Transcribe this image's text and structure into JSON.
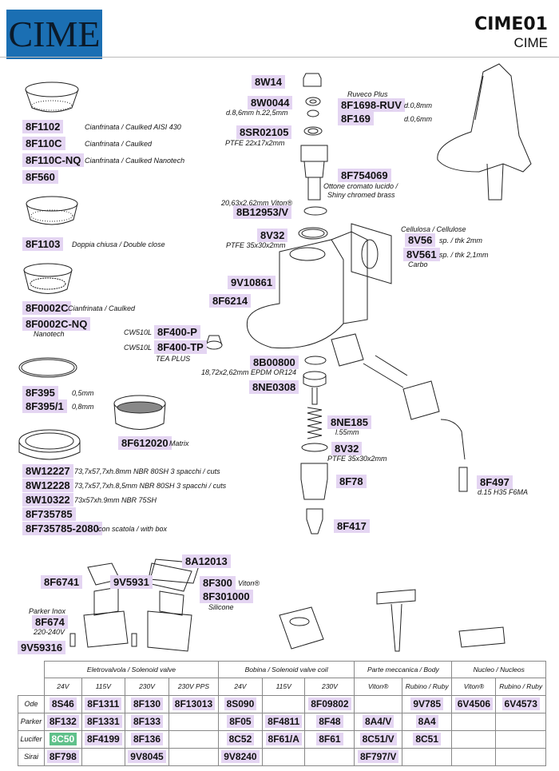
{
  "header": {
    "logo": "CIME",
    "title": "CIME01",
    "subtitle": "CIME"
  },
  "filters": [
    {
      "code": "8F1102",
      "desc": "Cianfrinata / Caulked AISI 430"
    },
    {
      "code": "8F110C",
      "desc": "Cianfrinata / Caulked"
    },
    {
      "code": "8F110C-NQ",
      "desc": "Cianfrinata / Caulked Nanotech"
    },
    {
      "code": "8F560",
      "desc": ""
    },
    {
      "code": "8F1103",
      "desc": "Doppia chiusa / Double close"
    },
    {
      "code": "8F0002C",
      "desc": "Cianfrinata / Caulked"
    },
    {
      "code": "8F0002C-NQ",
      "desc": "Nanotech"
    },
    {
      "code": "8F395",
      "desc": "0,5mm"
    },
    {
      "code": "8F395/1",
      "desc": "0,8mm"
    },
    {
      "code": "8F612020",
      "desc": "Matrix"
    }
  ],
  "gaskets": [
    {
      "code": "8W12227",
      "desc": "73,7x57,7xh.8mm NBR 80SH 3 spacchi / cuts"
    },
    {
      "code": "8W12228",
      "desc": "73,7x57,7xh.8,5mm NBR 80SH 3 spacchi / cuts"
    },
    {
      "code": "8W10322",
      "desc": "73x57xh.9mm NBR 75SH"
    },
    {
      "code": "8F735785",
      "desc": ""
    },
    {
      "code": "8F735785-2080",
      "desc": "con scatola / with box"
    }
  ],
  "center": {
    "w14": "8W14",
    "w0044": "8W0044",
    "w0044_desc": "d.8,6mm h.22,5mm",
    "ruveco": "Ruveco Plus",
    "f1698": "8F1698-RUV",
    "f1698_desc": "d.0,8mm",
    "f169": "8F169",
    "f169_desc": "d.0,6mm",
    "sr02105": "8SR02105",
    "sr02105_desc": "PTFE 22x17x2mm",
    "f754069": "8F754069",
    "f754069_desc1": "Ottone cromato lucido /",
    "f754069_desc2": "Shiny chromed brass",
    "b12953_desc": "20,63x2,62mm Viton®",
    "b12953": "8B12953/V",
    "v32a": "8V32",
    "v32a_desc": "PTFE 35x30x2mm",
    "cellulosa": "Cellulosa / Cellulose",
    "v56": "8V56",
    "v56_desc": "sp. / thk 2mm",
    "v561": "8V561",
    "v561_desc": "sp. / thk 2,1mm",
    "carbo": "Carbo",
    "v10861": "9V10861",
    "f6214": "8F6214",
    "cw1": "CW510L",
    "f400p": "8F400-P",
    "cw2": "CW510L",
    "f400tp": "8F400-TP",
    "teaplus": "TEA PLUS",
    "b00800": "8B00800",
    "b00800_desc": "18,72x2,62mm EPDM OR124",
    "ne0308": "8NE0308",
    "ne185": "8NE185",
    "ne185_desc": "l.55mm",
    "v32b": "8V32",
    "v32b_desc": "PTFE 35x30x2mm",
    "f78": "8F78",
    "f417": "8F417",
    "f497": "8F497",
    "f497_desc": "d.15 H35 F6MA"
  },
  "valve": {
    "a12013": "8A12013",
    "f6741": "8F6741",
    "v5931": "9V5931",
    "f300": "8F300",
    "f300_desc": "Viton®",
    "f301000": "8F301000",
    "f301000_desc": "Silicone",
    "parker": "Parker Inox",
    "f674": "8F674",
    "f674_desc": "220-240V",
    "v59316": "9V59316"
  },
  "table": {
    "groups": [
      "Eletrovalvola / Solenoid valve",
      "Bobina / Solenoid valve coil",
      "Parte meccanica / Body",
      "Nucleo / Nucleos"
    ],
    "sub": [
      "24V",
      "115V",
      "230V",
      "230V PPS",
      "24V",
      "115V",
      "230V",
      "Viton®",
      "Rubino / Ruby",
      "Viton®",
      "Rubino / Ruby"
    ],
    "rows": [
      {
        "name": "Ode",
        "cells": [
          "8S46",
          "8F1311",
          "8F130",
          "8F13013",
          "8S090",
          "",
          "8F09802",
          "",
          "9V785",
          "6V4506",
          "6V4573"
        ]
      },
      {
        "name": "Parker",
        "cells": [
          "8F132",
          "8F1331",
          "8F133",
          "",
          "8F05",
          "8F4811",
          "8F48",
          "8A4/V",
          "8A4",
          "",
          ""
        ]
      },
      {
        "name": "Lucifer",
        "cells": [
          "8C50",
          "8F4199",
          "8F136",
          "",
          "8C52",
          "8F61/A",
          "8F61",
          "8C51/V",
          "8C51",
          "",
          ""
        ]
      },
      {
        "name": "Sirai",
        "cells": [
          "8F798",
          "",
          "9V8045",
          "",
          "9V8240",
          "",
          "",
          "8F797/V",
          "",
          "",
          ""
        ]
      }
    ]
  },
  "colors": {
    "logo_bg": "#1b6fb3",
    "code_bg": "#e4d5f2",
    "highlight": "#5fc08a"
  }
}
